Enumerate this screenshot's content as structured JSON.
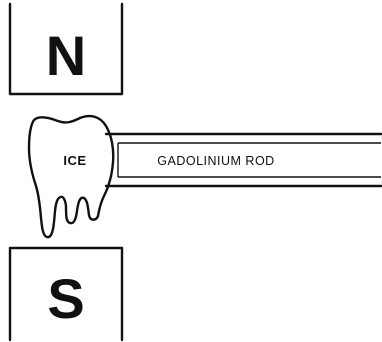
{
  "magnet": {
    "north_label": "N",
    "south_label": "S"
  },
  "ice": {
    "label": "ICE"
  },
  "rod": {
    "label": "GADOLINIUM ROD"
  }
}
